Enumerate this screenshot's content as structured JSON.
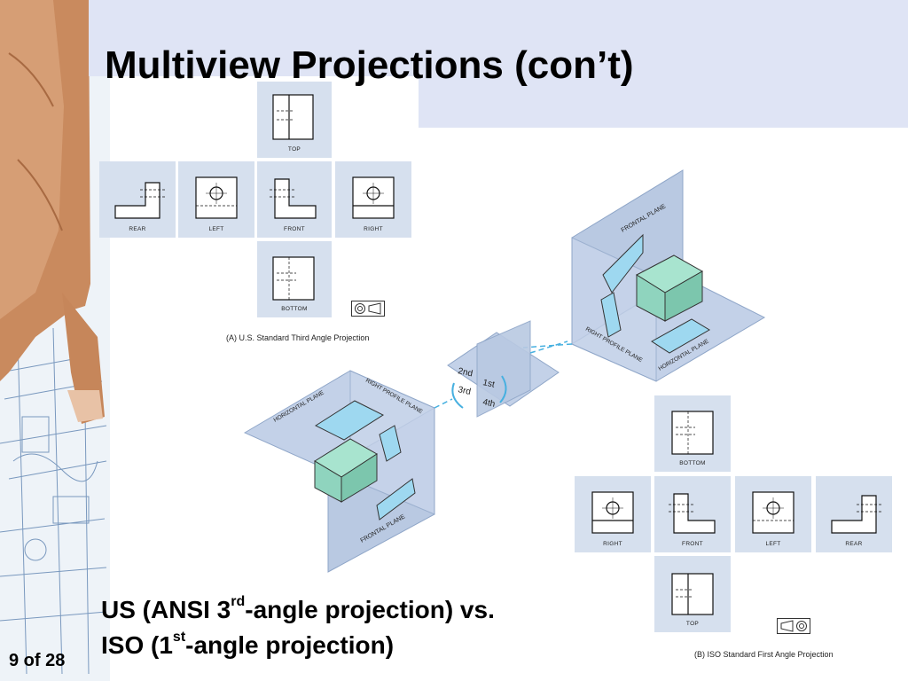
{
  "slide": {
    "title": "Multiview Projections (con’t)",
    "line1_before": "US (ANSI 3",
    "line1_sup": "rd",
    "line1_after": "-angle projection) vs.",
    "line2_before": "ISO (1",
    "line2_sup": "st",
    "line2_after": "-angle projection)",
    "page_number": "9 of 28"
  },
  "figure_a": {
    "caption": "(A) U.S. Standard Third Angle Projection",
    "views": {
      "top": "TOP",
      "rear": "REAR",
      "left": "LEFT",
      "front": "FRONT",
      "right": "RIGHT",
      "bottom": "BOTTOM"
    }
  },
  "figure_b": {
    "caption": "(B) ISO Standard First Angle Projection",
    "views": {
      "bottom": "BOTTOM",
      "right": "RIGHT",
      "front": "FRONT",
      "left": "LEFT",
      "rear": "REAR",
      "top": "TOP"
    }
  },
  "diagram": {
    "frontal_plane": "FRONTAL PLANE",
    "right_profile_plane": "RIGHT PROFILE PLANE",
    "horizontal_plane": "HORIZONTAL PLANE",
    "q2": "2nd",
    "q1": "1st",
    "q3": "3rd",
    "q4": "4th"
  },
  "colors": {
    "panel": "#d6e0ee",
    "header_band": "#dfe4f5",
    "plane": "#b9c9e2",
    "solid_green": "#8fd4be",
    "solid_blue": "#9ed8f0"
  }
}
